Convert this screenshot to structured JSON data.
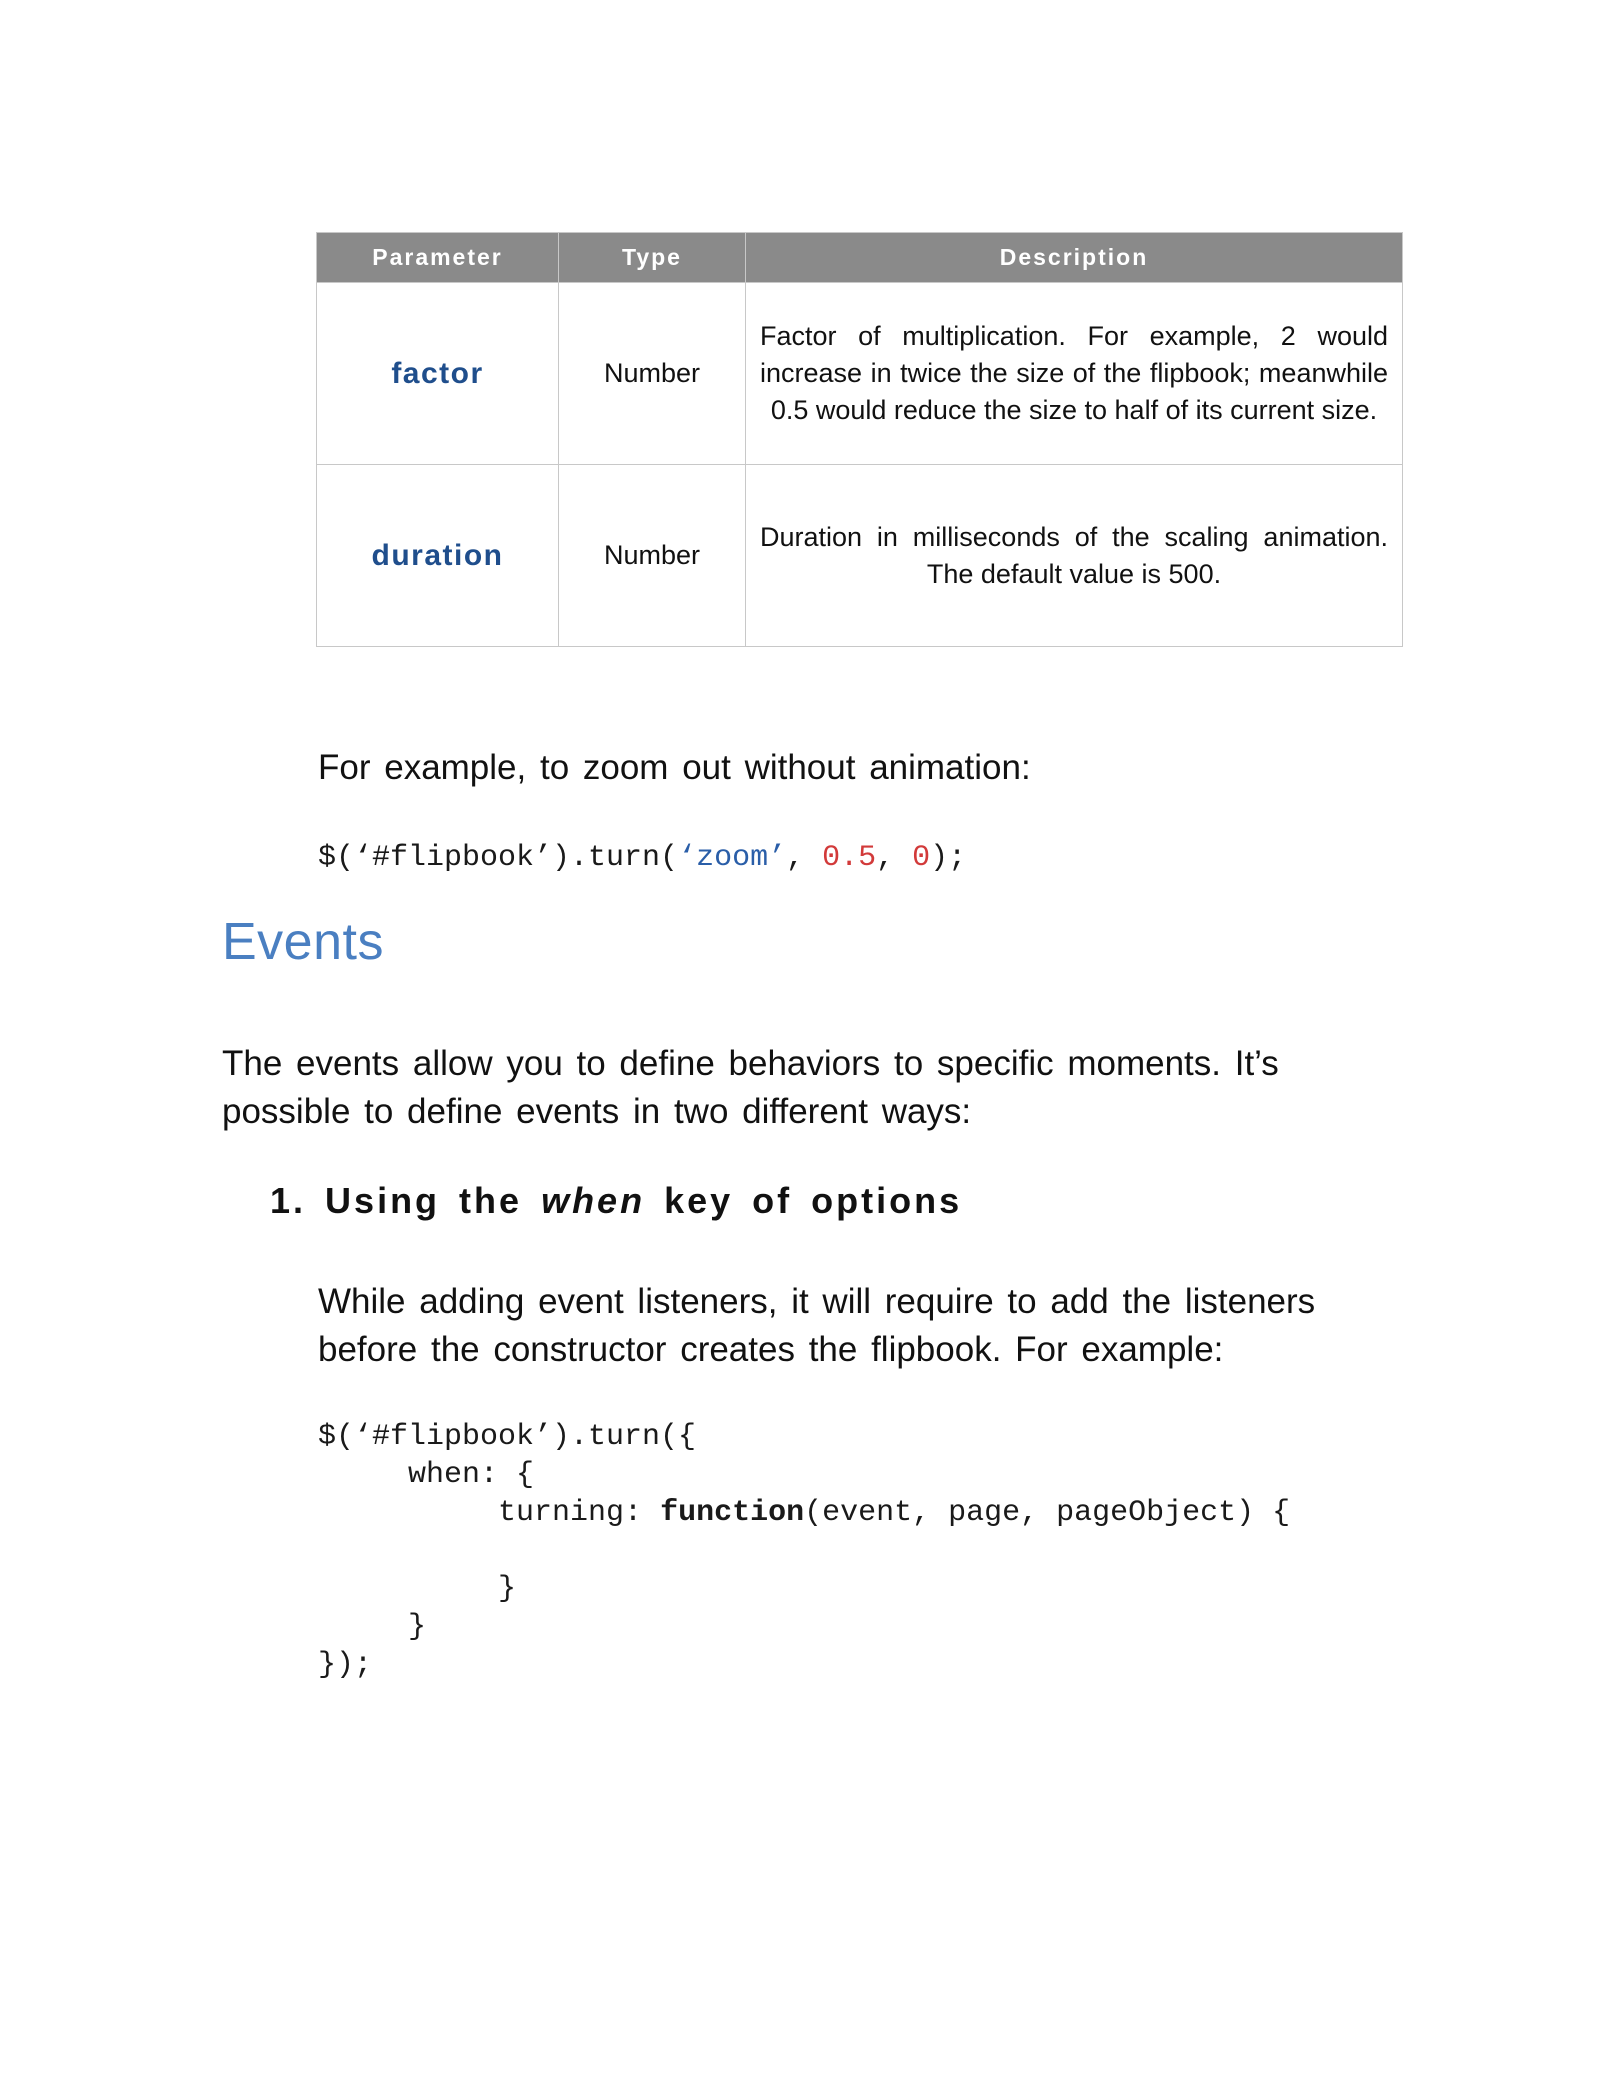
{
  "param_table": {
    "headers": [
      "Parameter",
      "Type",
      "Description"
    ],
    "rows": [
      {
        "name": "factor",
        "type": "Number",
        "description": "Factor of multiplication. For example, 2 would increase in twice the size of the flipbook; meanwhile 0.5 would reduce the size to half of its current size."
      },
      {
        "name": "duration",
        "type": "Number",
        "description": "Duration in milliseconds of the scaling animation. The default value is 500."
      }
    ]
  },
  "zoom_example": {
    "intro": "For example, to zoom out without animation:",
    "code_prefix": "$(‘#flipbook’).turn(",
    "code_string": "‘zoom’",
    "code_sep1": ", ",
    "code_num1": "0.5",
    "code_sep2": ", ",
    "code_num2": "0",
    "code_suffix": ");"
  },
  "events": {
    "title": "Events",
    "intro": "The events allow you to define behaviors to specific moments. It’s possible to define events in two different ways:",
    "method1": {
      "number": "1.",
      "label_pre": "Using the ",
      "label_em": "when",
      "label_post": " key of options",
      "text": "While adding event listeners, it will require to add the listeners before the constructor creates the flipbook.  For example:",
      "code": {
        "line1": "$(‘#flipbook’).turn({",
        "line2": "     when: {",
        "line3_pre": "          turning: ",
        "line3_kw": "function",
        "line3_post": "(event, page, pageObject) {",
        "line4": "",
        "line5": "          }",
        "line6": "     }",
        "line7": "});"
      }
    }
  }
}
